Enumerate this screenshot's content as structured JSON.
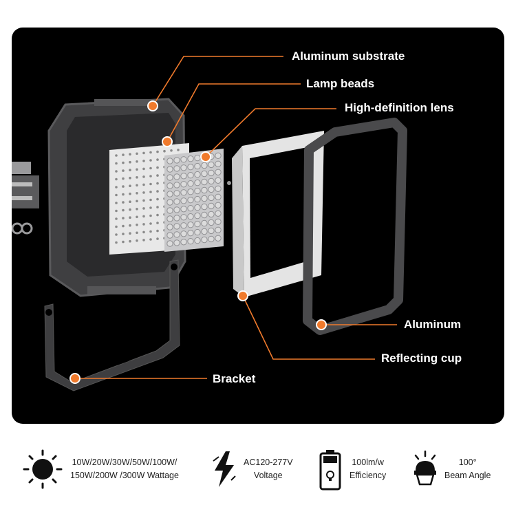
{
  "colors": {
    "accent": "#f07a2c",
    "panel": "#000000",
    "housing": "#4a4a4c",
    "text_light": "#ffffff",
    "text_dark": "#222222"
  },
  "callouts": [
    {
      "id": "aluminum-substrate",
      "label": "Aluminum substrate"
    },
    {
      "id": "lamp-beads",
      "label": "Lamp beads"
    },
    {
      "id": "high-definition-lens",
      "label": "High-definition lens"
    },
    {
      "id": "aluminum",
      "label": "Aluminum"
    },
    {
      "id": "reflecting-cup",
      "label": "Reflecting cup"
    },
    {
      "id": "bracket",
      "label": "Bracket"
    }
  ],
  "specs": [
    {
      "icon": "sun-icon",
      "line1": "10W/20W/30W/50W/100W/",
      "line2": "150W/200W /300W Wattage"
    },
    {
      "icon": "lightning-bolt-icon",
      "line1": "AC120-277V",
      "line2": "Voltage"
    },
    {
      "icon": "battery-bulb-icon",
      "line1": "100lm/w",
      "line2": "Efficiency"
    },
    {
      "icon": "beam-lamp-icon",
      "line1": "100°",
      "line2": "Beam Angle"
    }
  ]
}
